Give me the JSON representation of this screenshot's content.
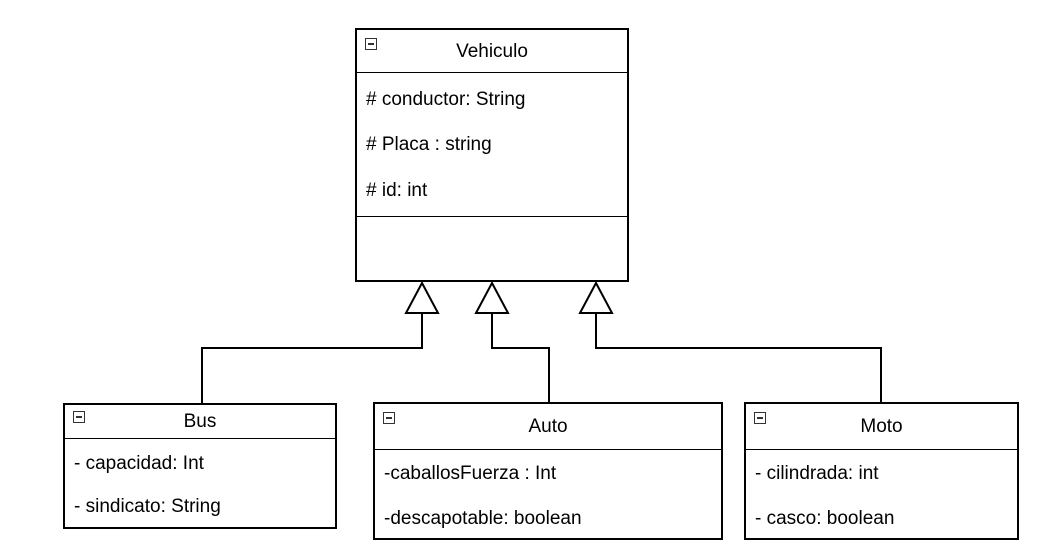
{
  "classes": {
    "vehiculo": {
      "name": "Vehiculo",
      "attributes": [
        "# conductor: String",
        "# Placa : string",
        "# id: int"
      ]
    },
    "bus": {
      "name": "Bus",
      "attributes": [
        "- capacidad: Int",
        "- sindicato: String"
      ]
    },
    "auto": {
      "name": "Auto",
      "attributes": [
        "-caballosFuerza : Int",
        "-descapotable: boolean"
      ]
    },
    "moto": {
      "name": "Moto",
      "attributes": [
        "- cilindrada: int",
        "- casco: boolean"
      ]
    }
  },
  "relations": [
    {
      "type": "inheritance",
      "from": "Bus",
      "to": "Vehiculo"
    },
    {
      "type": "inheritance",
      "from": "Auto",
      "to": "Vehiculo"
    },
    {
      "type": "inheritance",
      "from": "Moto",
      "to": "Vehiculo"
    }
  ]
}
